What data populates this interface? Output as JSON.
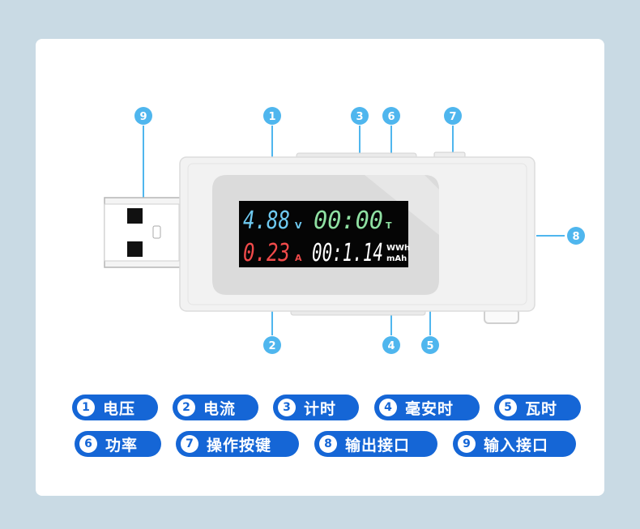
{
  "screen": {
    "voltage": "4.88",
    "voltage_unit": "V",
    "timer": "00:00",
    "timer_unit": "T",
    "current": "0.23",
    "current_unit": "A",
    "capacity": "00:1.14",
    "capacity_unit_top": "WWh",
    "capacity_unit_bottom": "mAh"
  },
  "callouts": [
    "9",
    "1",
    "3",
    "6",
    "7",
    "8",
    "2",
    "4",
    "5"
  ],
  "legend": [
    {
      "num": "1",
      "label": "电压"
    },
    {
      "num": "2",
      "label": "电流"
    },
    {
      "num": "3",
      "label": "计时"
    },
    {
      "num": "4",
      "label": "毫安时"
    },
    {
      "num": "5",
      "label": "瓦时"
    },
    {
      "num": "6",
      "label": "功率"
    },
    {
      "num": "7",
      "label": "操作按键"
    },
    {
      "num": "8",
      "label": "输出接口"
    },
    {
      "num": "9",
      "label": "输入接口"
    }
  ],
  "colors": {
    "background": "#c9dae4",
    "callout": "#4fb6ee",
    "legend_pill": "#1566d6",
    "voltage": "#6ec9f0",
    "timer": "#8fe0a2",
    "current": "#f04a4a",
    "capacity": "#ffffff"
  }
}
